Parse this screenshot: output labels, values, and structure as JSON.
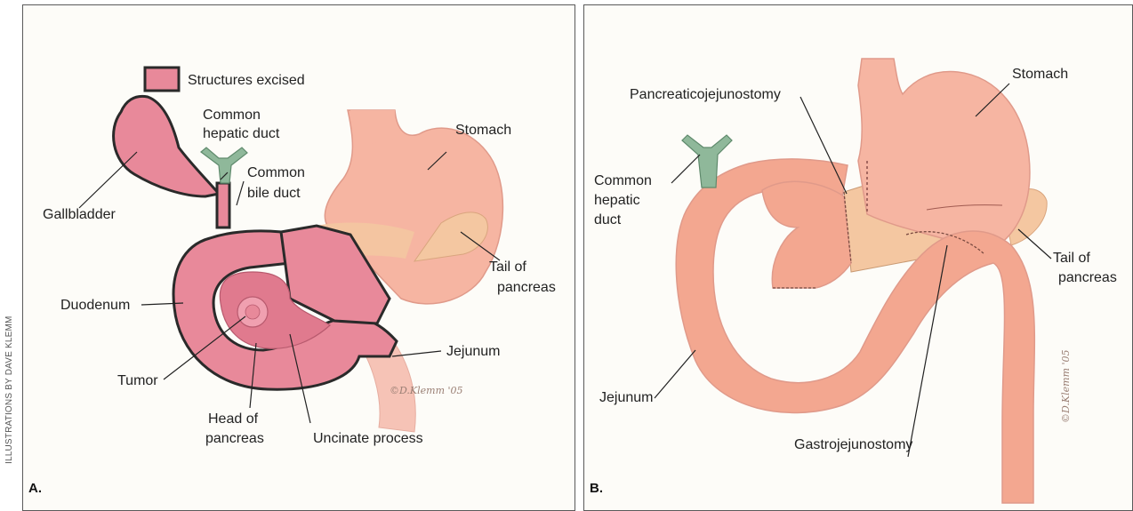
{
  "credit": "ILLUSTRATIONS BY DAVE KLEMM",
  "panel_a": {
    "letter": "A.",
    "legend": "Structures excised",
    "labels": {
      "common_hepatic_duct_1": "Common",
      "common_hepatic_duct_2": "hepatic duct",
      "common_bile_duct_1": "Common",
      "common_bile_duct_2": "bile duct",
      "stomach": "Stomach",
      "gallbladder": "Gallbladder",
      "tail_of_pancreas_1": "Tail of",
      "tail_of_pancreas_2": "pancreas",
      "duodenum": "Duodenum",
      "jejunum": "Jejunum",
      "tumor": "Tumor",
      "head_of_pancreas_1": "Head of",
      "head_of_pancreas_2": "pancreas",
      "uncinate_process": "Uncinate process"
    },
    "signature": "©D.Klemm '05"
  },
  "panel_b": {
    "letter": "B.",
    "labels": {
      "stomach": "Stomach",
      "pancreaticojejunostomy": "Pancreaticojejunostomy",
      "common_hepatic_duct_1": "Common",
      "common_hepatic_duct_2": "hepatic",
      "common_hepatic_duct_3": "duct",
      "tail_of_pancreas_1": "Tail of",
      "tail_of_pancreas_2": "pancreas",
      "jejunum": "Jejunum",
      "gastrojejunostomy": "Gastrojejunostomy"
    },
    "signature": "©D.Klemm '05"
  },
  "colors": {
    "excised": "#e8899a",
    "excised_dark": "#d26b80",
    "stomach": "#f6b5a2",
    "jejunum": "#f3a790",
    "pancreas": "#f4c7a1",
    "duct": "#8fb89a",
    "outline": "#2a2a2a"
  }
}
